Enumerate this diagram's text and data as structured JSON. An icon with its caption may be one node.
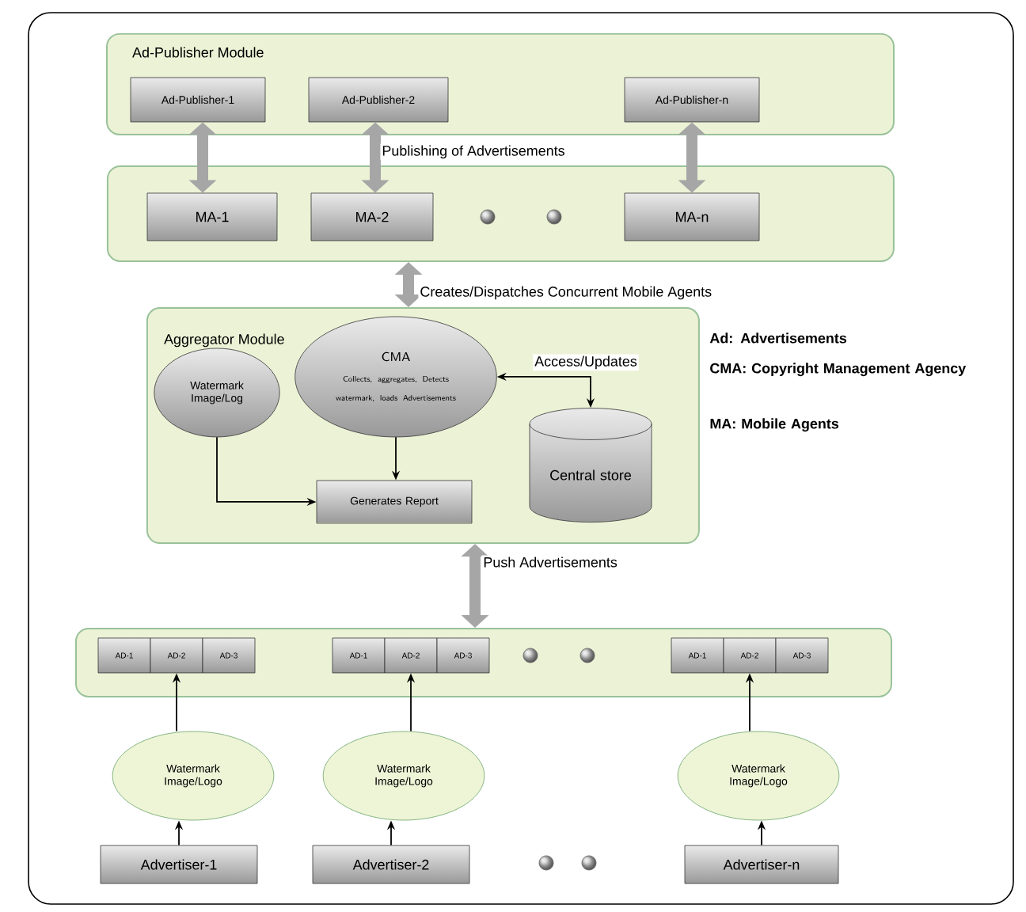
{
  "diagram": {
    "nodes": [
      {
        "text": [
          "Ad-Publisher Module"
        ]
      },
      {
        "text": [
          "Ad-Publisher-1"
        ],
        "in": 0
      },
      {
        "text": [
          "Ad-Publisher-2"
        ],
        "in": 0
      },
      {
        "text": [
          "Ad-Publisher-n"
        ],
        "in": 0
      },
      {
        "text": [],
        "shape": "box"
      },
      {
        "text": [
          "MA-1"
        ],
        "in": 4
      },
      {
        "text": [
          "MA-2"
        ],
        "in": 4
      },
      {
        "text": [
          "MA-n"
        ],
        "in": 4
      },
      {
        "text": [
          "Aggregator Module"
        ]
      },
      {
        "text": [
          "CMA",
          "Collects, aggregates, Detects watermark, loads Advertisements"
        ],
        "in": 8
      },
      {
        "text": [
          "Watermark Image/Log"
        ],
        "in": 8
      },
      {
        "text": [
          "Central store"
        ],
        "in": 8
      },
      {
        "text": [
          "Generates Report"
        ],
        "in": 8
      },
      {
        "text": [],
        "shape": "box"
      },
      {
        "text": [
          "AD-1"
        ],
        "in": 13
      },
      {
        "text": [
          "AD-2"
        ],
        "in": 13
      },
      {
        "text": [
          "AD-3"
        ],
        "in": 13
      },
      {
        "text": [
          "AD-1"
        ],
        "in": 13
      },
      {
        "text": [
          "AD-2"
        ],
        "in": 13
      },
      {
        "text": [
          "AD-3"
        ],
        "in": 13
      },
      {
        "text": [
          "AD-1"
        ],
        "in": 13
      },
      {
        "text": [
          "AD-2"
        ],
        "in": 13
      },
      {
        "text": [
          "AD-3"
        ],
        "in": 13
      },
      {
        "text": [
          "Watermark Image/Logo"
        ]
      },
      {
        "text": [
          "Watermark Image/Logo"
        ]
      },
      {
        "text": [
          "Watermark Image/Logo"
        ]
      },
      {
        "text": [
          "Advertiser-1"
        ]
      },
      {
        "text": [
          "Advertiser-2"
        ]
      },
      {
        "text": [
          "Advertiser-n"
        ]
      }
    ],
    "edges": [
      {
        "from": 1,
        "to": 5,
        "arrow": "both",
        "style": "thick",
        "color": "#a6a6a6"
      },
      {
        "from": 2,
        "to": 6,
        "arrow": "both",
        "style": "thick",
        "color": "#a6a6a6",
        "label": "Publishing of Advertisements"
      },
      {
        "from": 3,
        "to": 7,
        "arrow": "both",
        "style": "thick",
        "color": "#a6a6a6"
      },
      {
        "from": 4,
        "to": 8,
        "arrow": "both",
        "style": "thick",
        "color": "#a6a6a6",
        "label": "Creates/Dispatches Concurrent Mobile Agents"
      },
      {
        "from": 9,
        "to": 11,
        "arrow": "both",
        "label": "Access/Updates"
      },
      {
        "from": 9,
        "to": 12,
        "arrow": "to"
      },
      {
        "from": 10,
        "to": 12,
        "arrow": "to"
      },
      {
        "from": 8,
        "to": 13,
        "arrow": "both",
        "style": "thick",
        "color": "#a6a6a6",
        "label": "Push Advertisements"
      },
      {
        "from": 23,
        "to": 15,
        "arrow": "to"
      },
      {
        "from": 24,
        "to": 18,
        "arrow": "to"
      },
      {
        "from": 25,
        "to": 21,
        "arrow": "to"
      },
      {
        "from": 26,
        "to": 23,
        "arrow": "to"
      },
      {
        "from": 27,
        "to": 24,
        "arrow": "to"
      },
      {
        "from": 28,
        "to": 25,
        "arrow": "to"
      }
    ],
    "labels": [
      "Ad: Advertisements",
      "CMA: Copyright Management Agency",
      "MA: Mobile Agents"
    ]
  }
}
